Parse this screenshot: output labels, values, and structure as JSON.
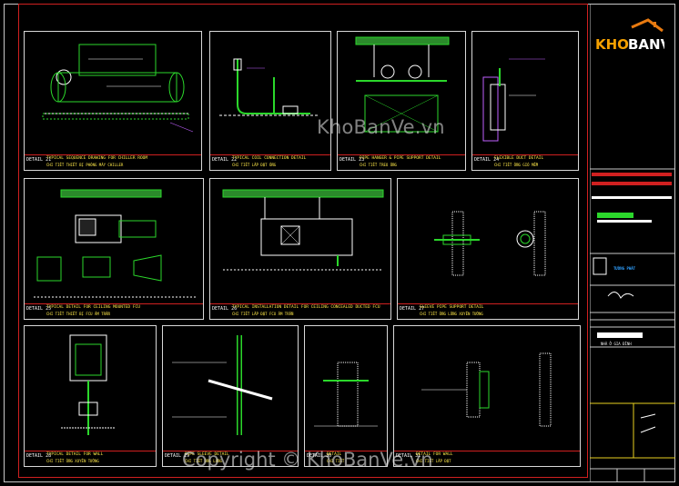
{
  "watermark": "KhoBanVe.vn",
  "copyright": "Copyright © KhoBanVe.vn",
  "logo": {
    "part1": "KHO",
    "part2": "BANVE"
  },
  "title_block": {
    "company": "TƯỜNG PHÁT",
    "project": "NHÀ Ở GIA ĐÌNH"
  },
  "panels": [
    {
      "id": "DETAIL 21",
      "title": "TYPICAL SEQUENCE DRAWING FOR CHILLER ROOM",
      "sub": "CHI TIẾT THIẾT BỊ PHÒNG MÁY CHILLER"
    },
    {
      "id": "DETAIL 22",
      "title": "TYPICAL COIL CONNECTION DETAIL",
      "sub": "CHI TIẾT LẮP ĐẶT ỐNG"
    },
    {
      "id": "DETAIL 23",
      "title": "PIPE HANGER & PIPE SUPPORT DETAIL",
      "sub": "CHI TIẾT TREO ỐNG"
    },
    {
      "id": "DETAIL 24",
      "title": "FLEXIBLE DUCT DETAIL",
      "sub": "CHI TIẾT ỐNG GIÓ MỀM"
    },
    {
      "id": "DETAIL 25",
      "title": "TYPICAL DETAIL FOR CEILING MOUNTED FCU",
      "sub": "CHI TIẾT THIẾT BỊ FCU ÂM TRẦN"
    },
    {
      "id": "DETAIL 26",
      "title": "TYPICAL INSTALLATION DETAIL FOR CEILING CONCEALED DUCTED FCU",
      "sub": "CHI TIẾT LẮP ĐẶT FCU ÂM TRẦN"
    },
    {
      "id": "DETAIL 27",
      "title": "SLEEVE PIPE SUPPORT DETAIL",
      "sub": "CHI TIẾT ỐNG LỒNG XUYÊN TƯỜNG"
    },
    {
      "id": "DETAIL 28",
      "title": "TYPICAL DETAIL FOR WALL",
      "sub": "CHI TIẾT ỐNG XUYÊN TƯỜNG"
    },
    {
      "id": "DETAIL 29",
      "title": "PIPE SLEEVE DETAIL",
      "sub": "CHI TIẾT ỐNG LỒNG"
    },
    {
      "id": "DETAIL 30",
      "title": "DETAIL",
      "sub": "CHI TIẾT"
    },
    {
      "id": "DETAIL 31",
      "title": "DETAIL FOR WALL",
      "sub": "CHI TIẾT LẮP ĐẶT"
    }
  ]
}
